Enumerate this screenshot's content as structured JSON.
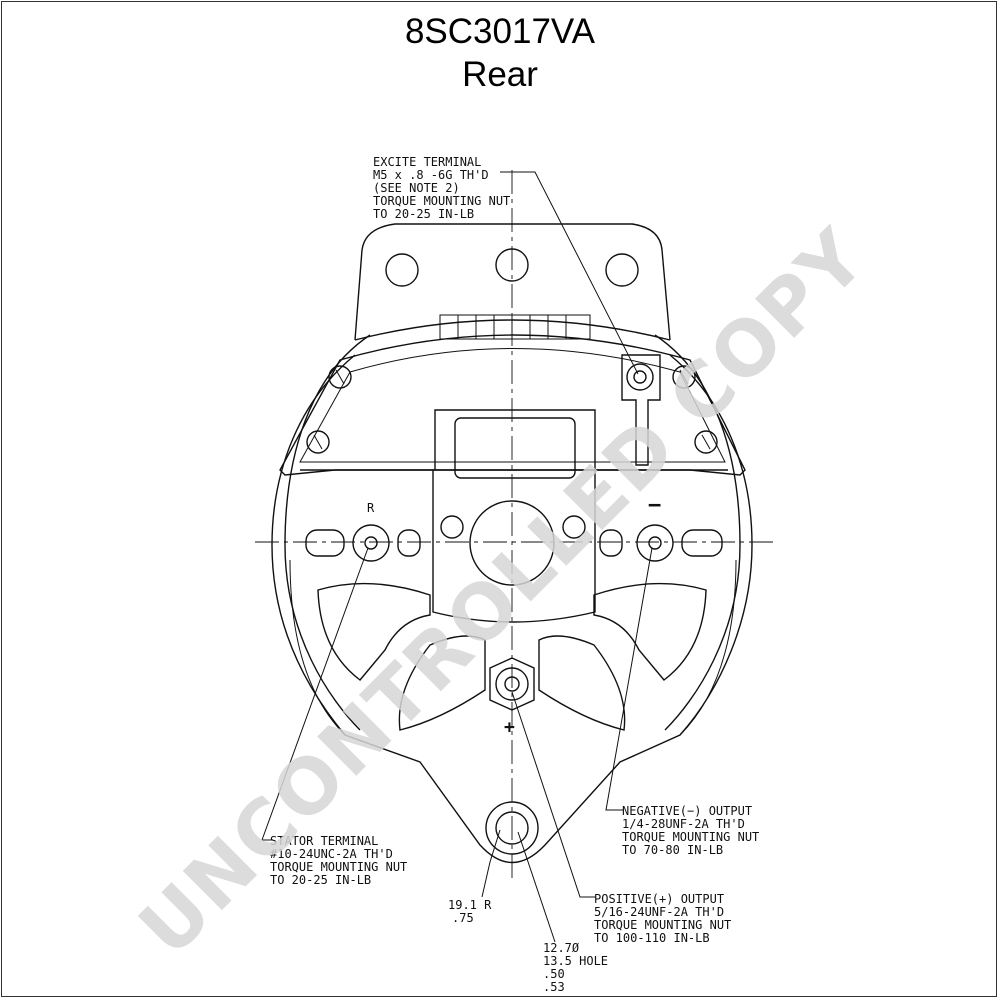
{
  "title": {
    "line1": "8SC3017VA",
    "line2": "Rear"
  },
  "watermark": "UNCONTROLLED COPY",
  "terminal_marks": {
    "r": "R",
    "negative": "−",
    "positive": "+"
  },
  "callouts": {
    "excite": [
      "EXCITE TERMINAL",
      "M5 x .8 -6G TH'D",
      "(SEE NOTE 2)",
      "TORQUE MOUNTING NUT",
      "TO 20-25 IN-LB"
    ],
    "stator": [
      "STATOR TERMINAL",
      "#10-24UNC-2A TH'D",
      "TORQUE MOUNTING NUT",
      "TO 20-25 IN-LB"
    ],
    "negative": [
      "NEGATIVE(−) OUTPUT",
      "1/4-28UNF-2A TH'D",
      "TORQUE MOUNTING NUT",
      "TO 70-80 IN-LB"
    ],
    "positive": [
      "POSITIVE(+) OUTPUT",
      "5/16-24UNF-2A TH'D",
      "TORQUE MOUNTING NUT",
      "TO 100-110 IN-LB"
    ],
    "radius": [
      "19.1 R",
      ".75"
    ],
    "hole": [
      "12.7Ø",
      "13.5 HOLE",
      ".50",
      ".53"
    ]
  },
  "colors": {
    "line": "#111111",
    "watermark": "#d6d6d6"
  }
}
